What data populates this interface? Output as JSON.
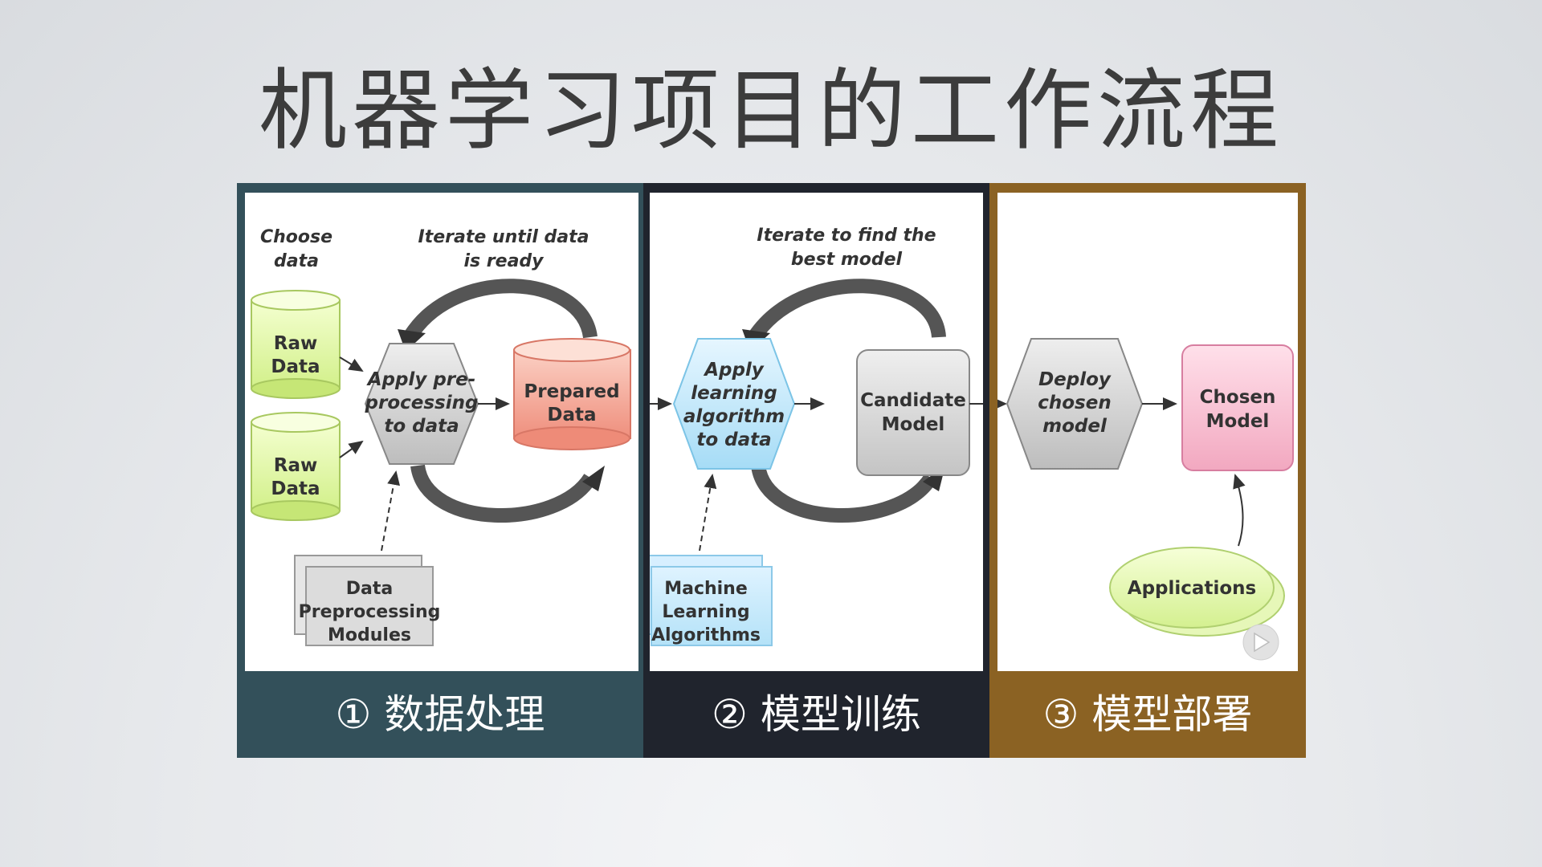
{
  "title": "机器学习项目的工作流程",
  "panels": [
    {
      "footer": "① 数据处理",
      "color": "#33505a",
      "labels": {
        "choose_data_1": "Choose",
        "choose_data_2": "data",
        "iterate_1": "Iterate until data",
        "iterate_2": "is ready",
        "raw1_1": "Raw",
        "raw1_2": "Data",
        "raw2_1": "Raw",
        "raw2_2": "Data",
        "apply_1": "Apply pre-",
        "apply_2": "processing",
        "apply_3": "to data",
        "prepared_1": "Prepared",
        "prepared_2": "Data",
        "modules_1": "Data",
        "modules_2": "Preprocessing",
        "modules_3": "Modules"
      }
    },
    {
      "footer": "② 模型训练",
      "color": "#20242d",
      "labels": {
        "iterate_1": "Iterate to find the",
        "iterate_2": "best model",
        "apply_1": "Apply",
        "apply_2": "learning",
        "apply_3": "algorithm",
        "apply_4": "to data",
        "candidate_1": "Candidate",
        "candidate_2": "Model",
        "ml_1": "Machine",
        "ml_2": "Learning",
        "ml_3": "Algorithms"
      }
    },
    {
      "footer": "③ 模型部署",
      "color": "#8b6223",
      "labels": {
        "deploy_1": "Deploy",
        "deploy_2": "chosen",
        "deploy_3": "model",
        "chosen_1": "Chosen",
        "chosen_2": "Model",
        "applications": "Applications"
      }
    }
  ]
}
